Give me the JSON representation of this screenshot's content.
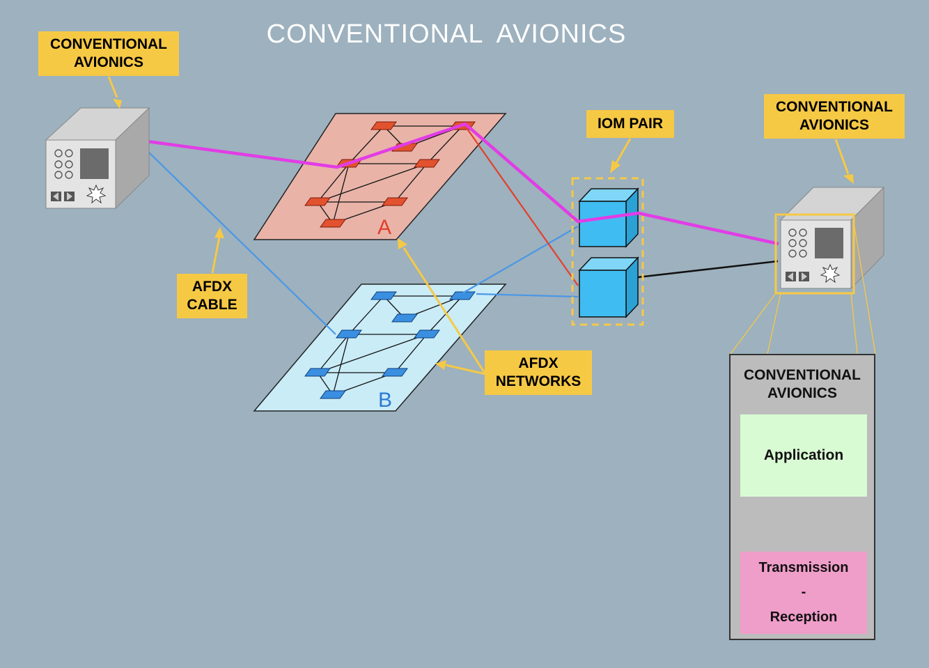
{
  "title": "CONVENTIONAL  AVIONICS",
  "callouts": {
    "conv_left": [
      "CONVENTIONAL",
      "AVIONICS"
    ],
    "conv_right": [
      "CONVENTIONAL",
      "AVIONICS"
    ],
    "iom_pair": "IOM PAIR",
    "afdx_cable": [
      "AFDX",
      "CABLE"
    ],
    "afdx_networks": [
      "AFDX",
      "NETWORKS"
    ]
  },
  "networks": {
    "a_label": "A",
    "b_label": "B"
  },
  "detail_panel": {
    "title": [
      "CONVENTIONAL",
      "AVIONICS"
    ],
    "application": "Application",
    "transmission": "Transmission",
    "separator": "-",
    "reception": "Reception"
  },
  "colors": {
    "background": "#9db1be",
    "callout": "#f6c945",
    "network_a": "#e9b3a8",
    "network_a_switch": "#e2522e",
    "network_b": "#c9ecf7",
    "network_b_switch": "#3a8fe0",
    "iom": "#3fbdf2",
    "path_highlight": "#e23ce6",
    "cable_a": "#e2402c",
    "cable_b": "#4a97e6"
  }
}
